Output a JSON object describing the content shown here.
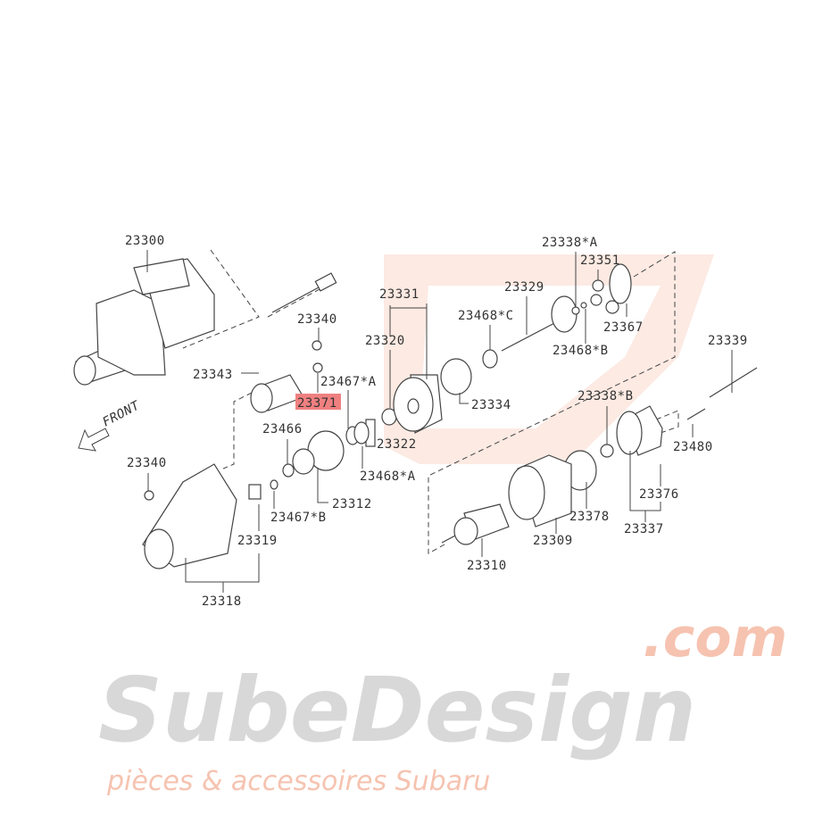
{
  "watermark": {
    "brand": "SubeDesign",
    "domain": ".com",
    "tagline": "pièces & accessoires Subaru",
    "colors": {
      "logo": "#f6c3b0",
      "text": "#d8d8d8"
    }
  },
  "highlight_color": "#f08080",
  "front_label": "FRONT",
  "highlighted_part": "23371",
  "labels": {
    "p23300": "23300",
    "p23340a": "23340",
    "p23343": "23343",
    "p23371": "23371",
    "p23467a": "23467*A",
    "p23331": "23331",
    "p23320": "23320",
    "p23329": "23329",
    "p23468c": "23468*C",
    "p23338a": "23338*A",
    "p23351": "23351",
    "p23367": "23367",
    "p23468b": "23468*B",
    "p23339": "23339",
    "p23334": "23334",
    "p23322": "23322",
    "p23466": "23466",
    "p23468a": "23468*A",
    "p23340b": "23340",
    "p23312": "23312",
    "p23467b": "23467*B",
    "p23338b": "23338*B",
    "p23480": "23480",
    "p23376": "23376",
    "p23378": "23378",
    "p23337": "23337",
    "p23309": "23309",
    "p23319": "23319",
    "p23310": "23310",
    "p23318": "23318"
  }
}
